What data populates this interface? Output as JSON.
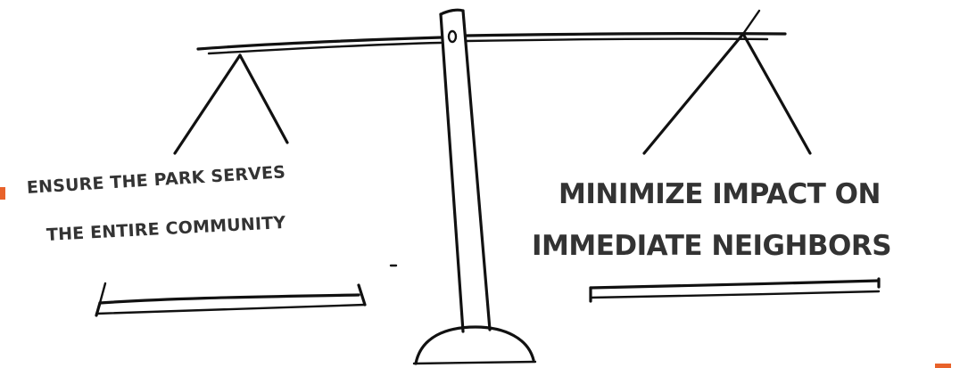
{
  "left_pan": {
    "line_1": "ENSURE THE PARK SERVES",
    "line_2": "THE  ENTIRE  COMMUNITY"
  },
  "right_pan": {
    "line_1": "MINIMIZE IMPACT ON",
    "line_2": "IMMEDIATE NEIGHBORS"
  },
  "colors": {
    "ink": "#111111",
    "text": "#333333",
    "accent": "#e8622a",
    "background": "#ffffff"
  },
  "icons": [
    "balance-scale-sketch"
  ]
}
